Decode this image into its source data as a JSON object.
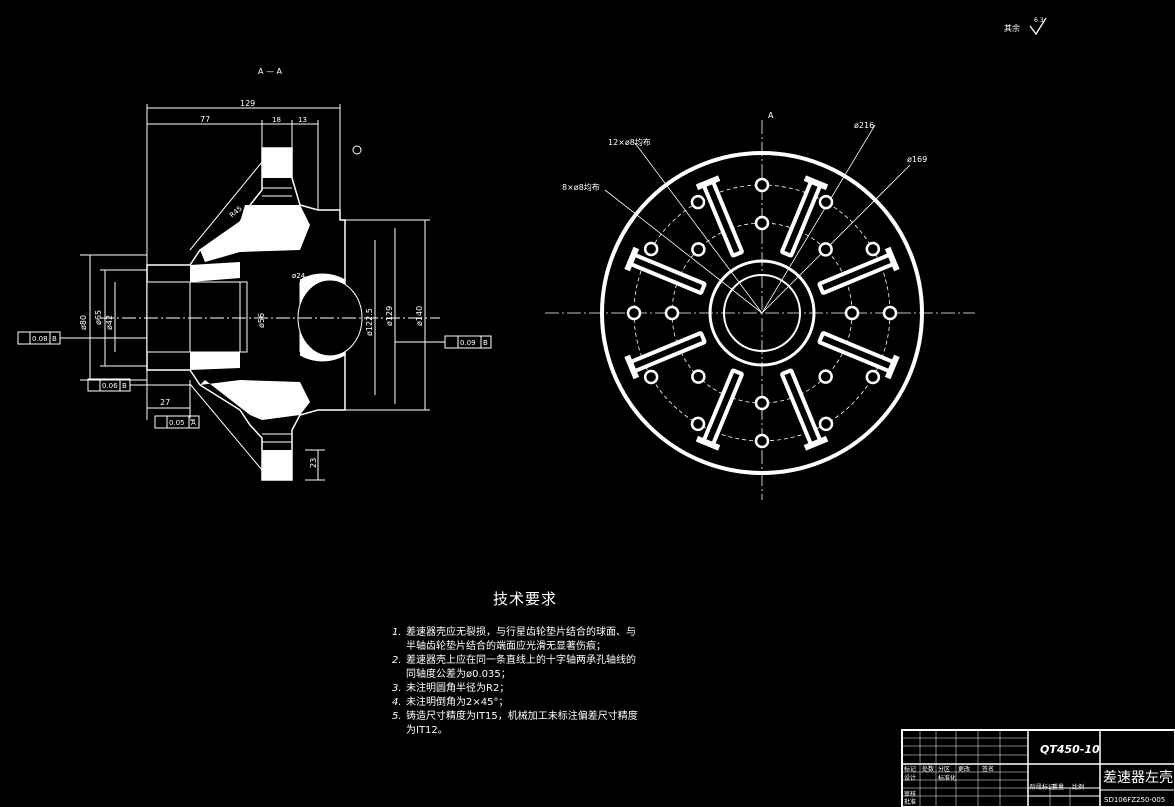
{
  "view": {
    "section_label": "A — A",
    "top_right_note": "其余",
    "roughness_mark": "6.3"
  },
  "left_view": {
    "dims": {
      "d129": "129",
      "d77": "77",
      "d18": "18",
      "d13": "13",
      "d27": "27",
      "d23": "23",
      "phi80": "ø80",
      "phi65": "ø65",
      "phi42": "ø42",
      "phi56": "ø56",
      "phi122": "ø122.5",
      "phi129": "ø129",
      "phi140": "ø140",
      "r24": "ø24",
      "r45": "R45"
    },
    "tolerances": {
      "left_runout": "0.08",
      "left_ref": "B",
      "bottom_runout": "0.06",
      "bottom_ref": "B",
      "perp": "0.05",
      "perp_ref": "A",
      "right_runout": "0.09",
      "right_ref": "B"
    }
  },
  "right_view": {
    "phi216": "ø216",
    "phi169": "ø169",
    "holes12": "12×ø8均布",
    "holes8": "8×ø8均布",
    "datum": "A"
  },
  "tech": {
    "title": "技术要求",
    "items": [
      {
        "num": "1.",
        "text": "差速器壳应无裂损，与行星齿轮垫片结合的球面、与"
      },
      {
        "num": "",
        "text": "半轴齿轮垫片结合的端面应光滑无显著伤痕；"
      },
      {
        "num": "2.",
        "text": "差速器壳上应在同一条直线上的十字轴两承孔轴线的"
      },
      {
        "num": "",
        "text": "同轴度公差为ø0.035；"
      },
      {
        "num": "3.",
        "text": "未注明圆角半径为R2；"
      },
      {
        "num": "4.",
        "text": "未注明倒角为2×45°；"
      },
      {
        "num": "5.",
        "text": "铸造尺寸精度为IT15，机械加工未标注偏差尺寸精度"
      },
      {
        "num": "",
        "text": "为IT12。"
      }
    ]
  },
  "title_block": {
    "material": "QT450-10",
    "part_name": "差速器左壳",
    "drawing_no": "SD106FZ250-005",
    "cells": [
      "标记",
      "处数",
      "分区",
      "更改",
      "签名",
      "设计",
      "标准化",
      "审核",
      "批准",
      "阶段标记",
      "重量",
      "比例"
    ]
  }
}
